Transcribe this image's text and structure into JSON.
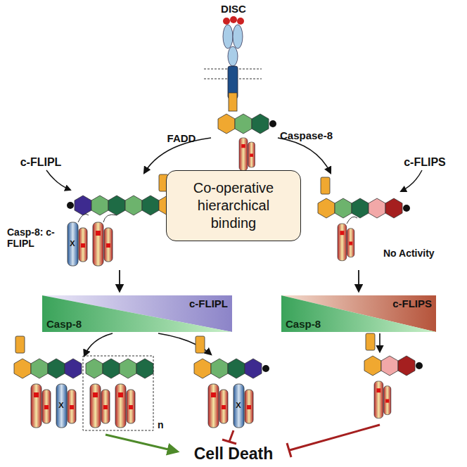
{
  "diagram": {
    "nodes": [
      {
        "text": [
          "Co-operative hierarchical binding"
        ]
      },
      {
        "text": [
          "c-FLIPL",
          "Casp-8"
        ]
      },
      {
        "text": [
          "c-FLIPS",
          "Casp-8"
        ]
      }
    ],
    "labels": [
      "DISC",
      "FADD",
      "Caspase-8",
      "c-FLIPL",
      "c-FLIPS",
      "Casp-8: c-FLIPL",
      "No Activity",
      "X",
      "X",
      "X",
      "n",
      "Cell Death"
    ]
  }
}
